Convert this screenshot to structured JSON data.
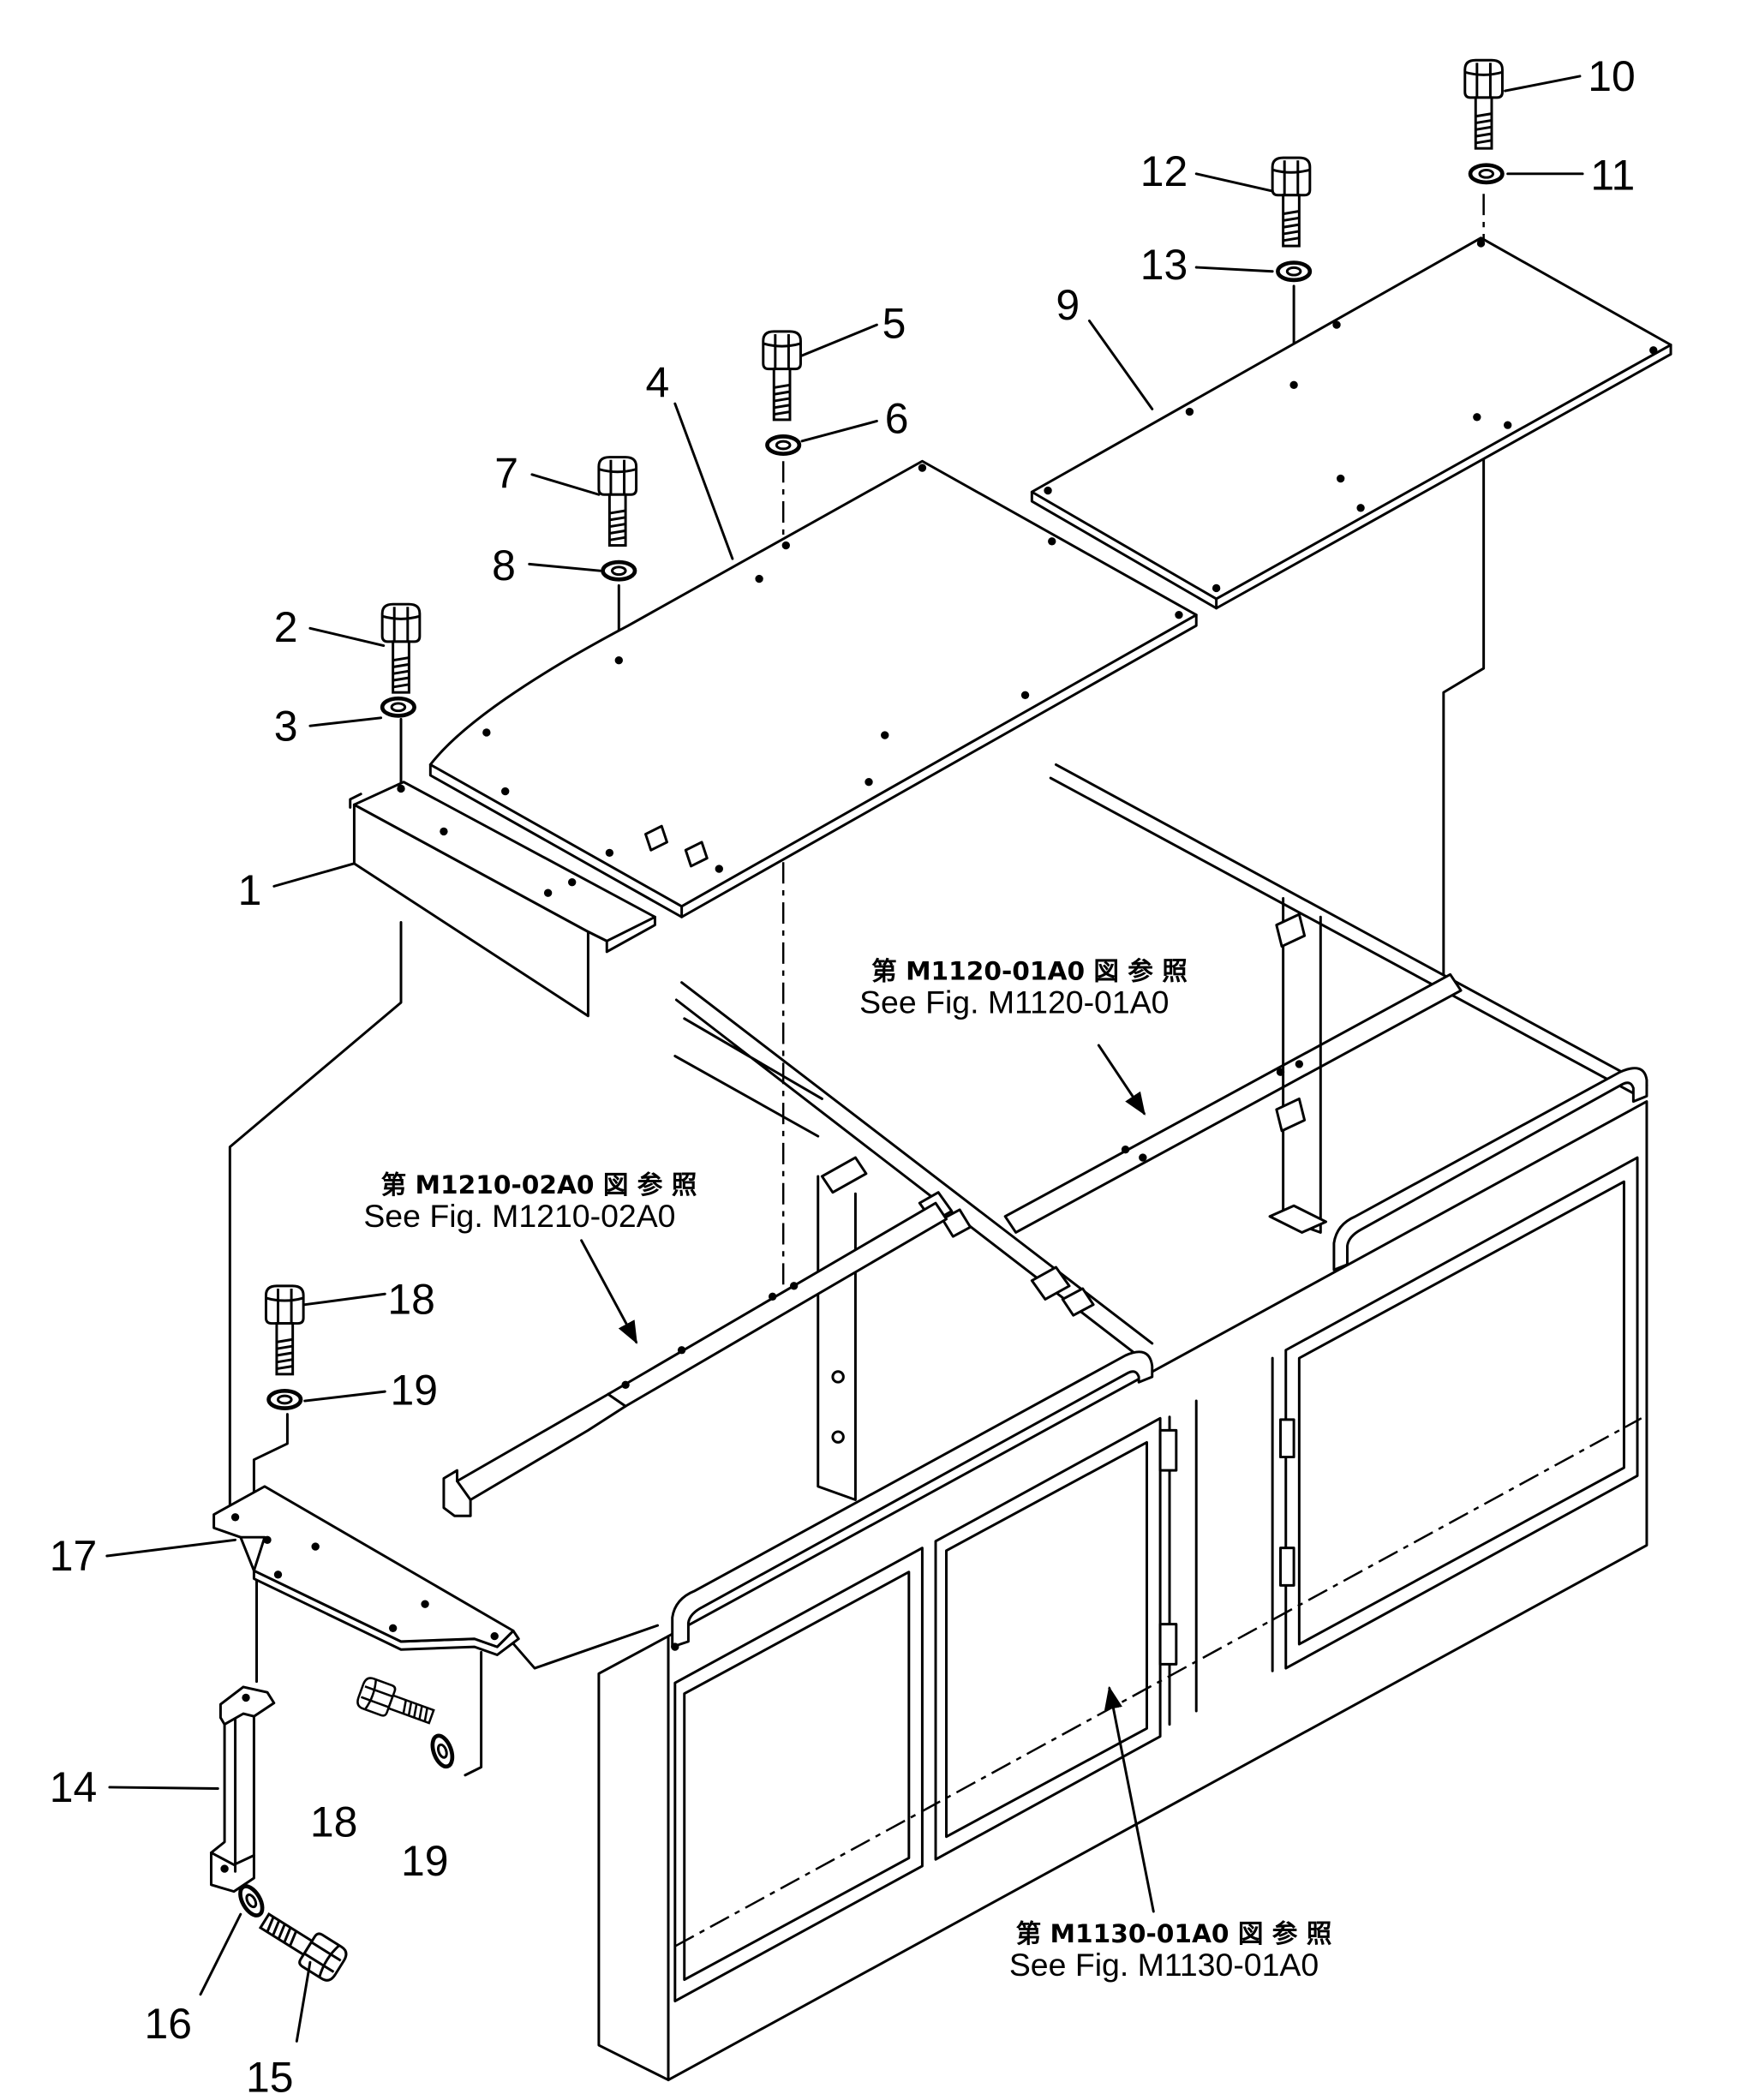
{
  "labels": {
    "p1": "1",
    "p2": "2",
    "p3": "3",
    "p4": "4",
    "p5": "5",
    "p6": "6",
    "p7": "7",
    "p8": "8",
    "p9": "9",
    "p10": "10",
    "p11": "11",
    "p12": "12",
    "p13": "13",
    "p14": "14",
    "p15": "15",
    "p16": "16",
    "p17": "17",
    "p18a": "18",
    "p19a": "19",
    "p18b": "18",
    "p19b": "19"
  },
  "references": {
    "m1120": {
      "jp": "第 M1120-01A0 図 参 照",
      "en": "See Fig. M1120-01A0"
    },
    "m1210": {
      "jp": "第 M1210-02A0 図 参 照",
      "en": "See Fig. M1210-02A0"
    },
    "m1130": {
      "jp": "第 M1130-01A0 図 参 照",
      "en": "See Fig. M1130-01A0"
    }
  },
  "colors": {
    "line": "#000000",
    "background": "#ffffff"
  }
}
